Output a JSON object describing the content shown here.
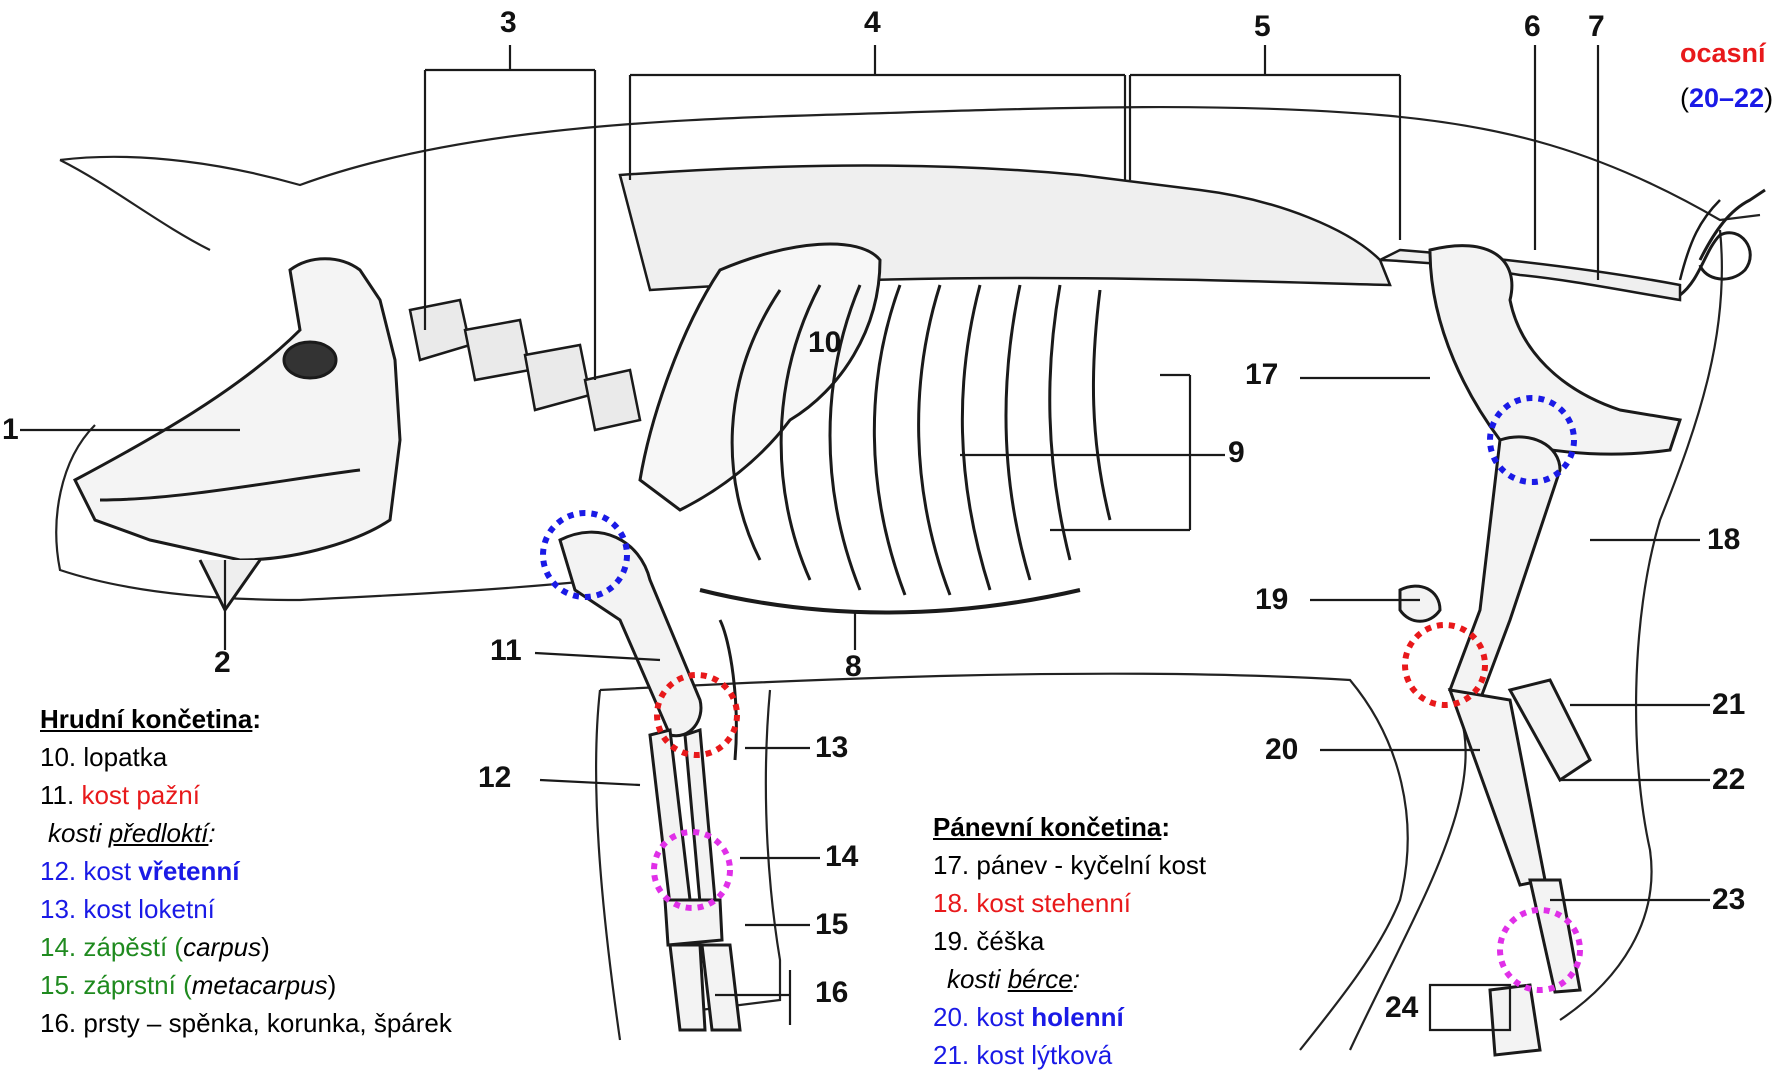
{
  "diagram": {
    "callouts": [
      "1",
      "2",
      "3",
      "4",
      "5",
      "6",
      "7",
      "8",
      "9",
      "10",
      "11",
      "12",
      "13",
      "14",
      "15",
      "16",
      "17",
      "18",
      "19",
      "20",
      "21",
      "22",
      "23",
      "24"
    ]
  },
  "tail_note": {
    "word": "ocasní",
    "open_paren": "(",
    "range": "20–22",
    "close_paren": ")"
  },
  "forelimb": {
    "heading": "Hrudní končetina",
    "heading_colon": ":",
    "item_10": "10. lopatka",
    "item_11_num": "11. ",
    "item_11_name": "kost pažní",
    "forearm_prefix": "kosti ",
    "forearm_word": "předloktí",
    "forearm_suffix": ":",
    "item_12_prefix": "12. kost ",
    "item_12_bold": "vřetenní",
    "item_13": "13. kost loketní",
    "item_14_text": "14. zápěstí (",
    "item_14_latin": "carpus",
    "item_14_close": ")",
    "item_15_text": "15. záprstní (",
    "item_15_latin": "metacarpus",
    "item_15_close": ")",
    "item_16": "16. prsty – spěnka, korunka, špárek"
  },
  "hindlimb": {
    "heading": "Pánevní končetina",
    "heading_colon": ":",
    "item_17": "17. pánev - kyčelní kost",
    "item_18": "18. kost stehenní",
    "item_19": "19. čéška",
    "shank_prefix": "kosti ",
    "shank_word": "bérce",
    "shank_suffix": ":",
    "item_20_prefix": "20. kost ",
    "item_20_bold": "holenní",
    "item_21": "21. kost lýtková"
  },
  "colors": {
    "red": "#e8191b",
    "blue": "#1a1ae6",
    "green": "#1f8a1f",
    "magenta": "#e030e8",
    "ink": "#1a1a1a"
  }
}
